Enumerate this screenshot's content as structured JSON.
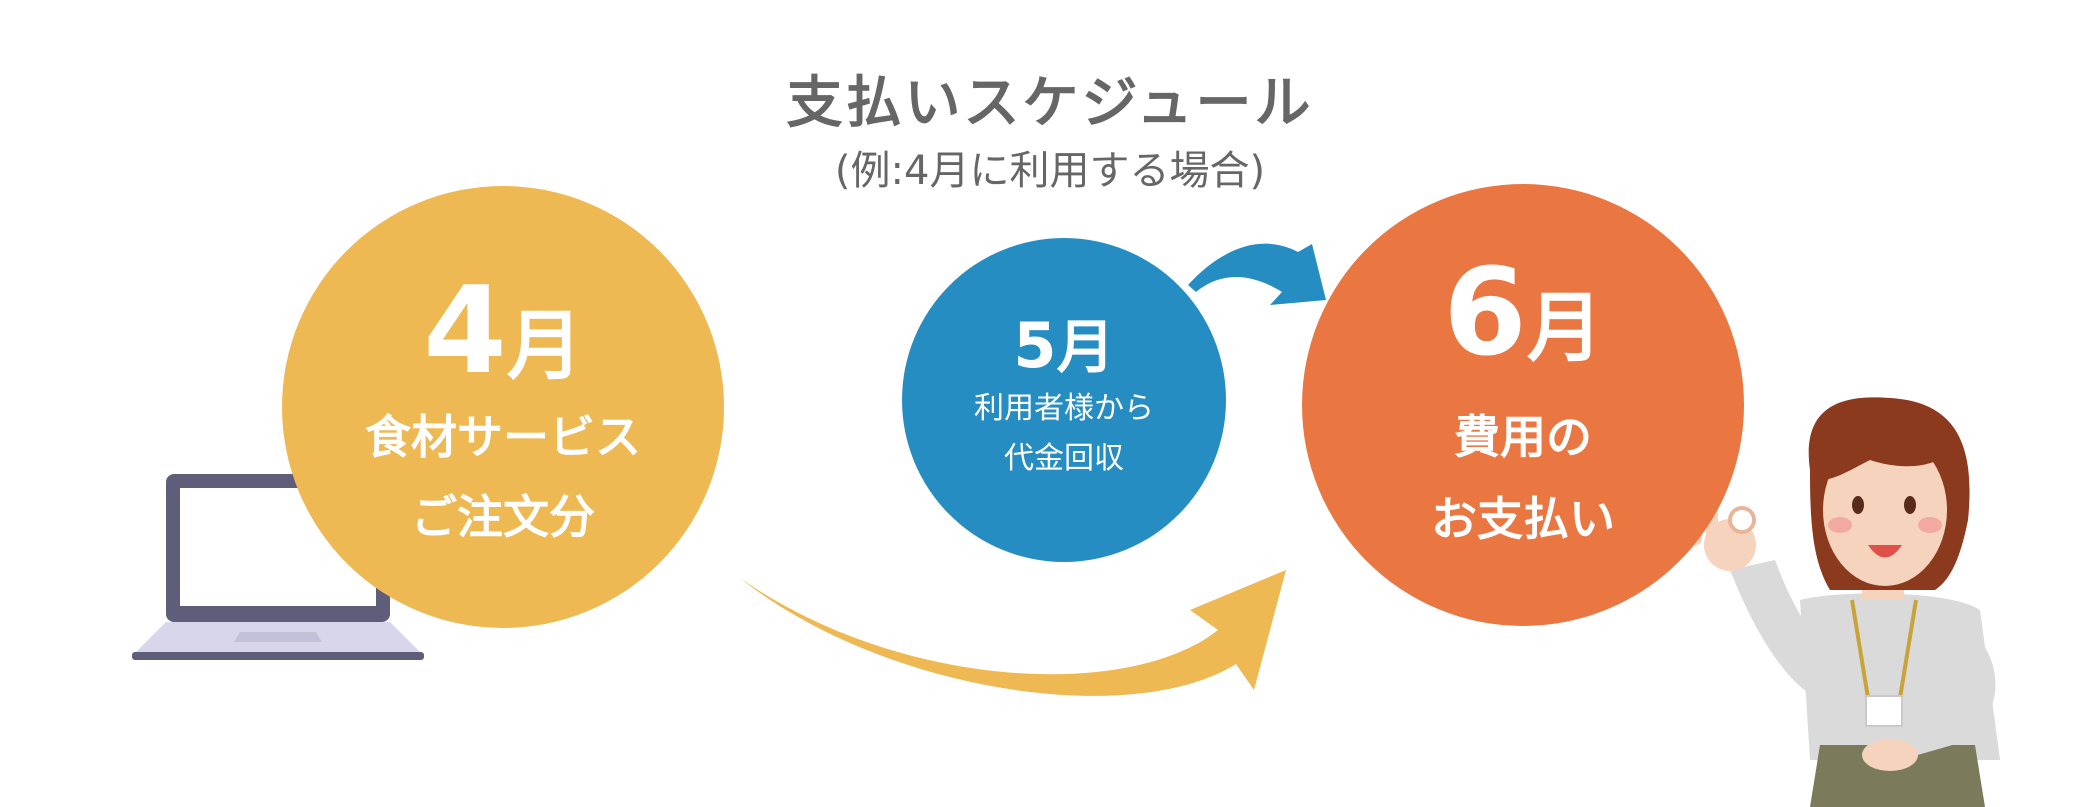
{
  "title": "支払いスケジュール",
  "subtitle": "(例:4月に利用する場合)",
  "steps": [
    {
      "month_num": "4",
      "month_unit": "月",
      "lines": [
        "食材サービス",
        "ご注文分"
      ]
    },
    {
      "month_num": "5",
      "month_unit": "月",
      "lines": [
        "利用者様から",
        "代金回収"
      ]
    },
    {
      "month_num": "6",
      "month_unit": "月",
      "lines": [
        "費用の",
        "お支払い"
      ]
    }
  ],
  "colors": {
    "title": "#666666",
    "april": "#EEB952",
    "may": "#268DC2",
    "june": "#EA7742",
    "arrow_yellow": "#EEB952",
    "arrow_blue": "#268DC2",
    "laptop_frame": "#5F5E7A",
    "laptop_base": "#D8D6EA"
  },
  "icons": [
    "laptop-icon",
    "person-ok-gesture-illustration"
  ]
}
